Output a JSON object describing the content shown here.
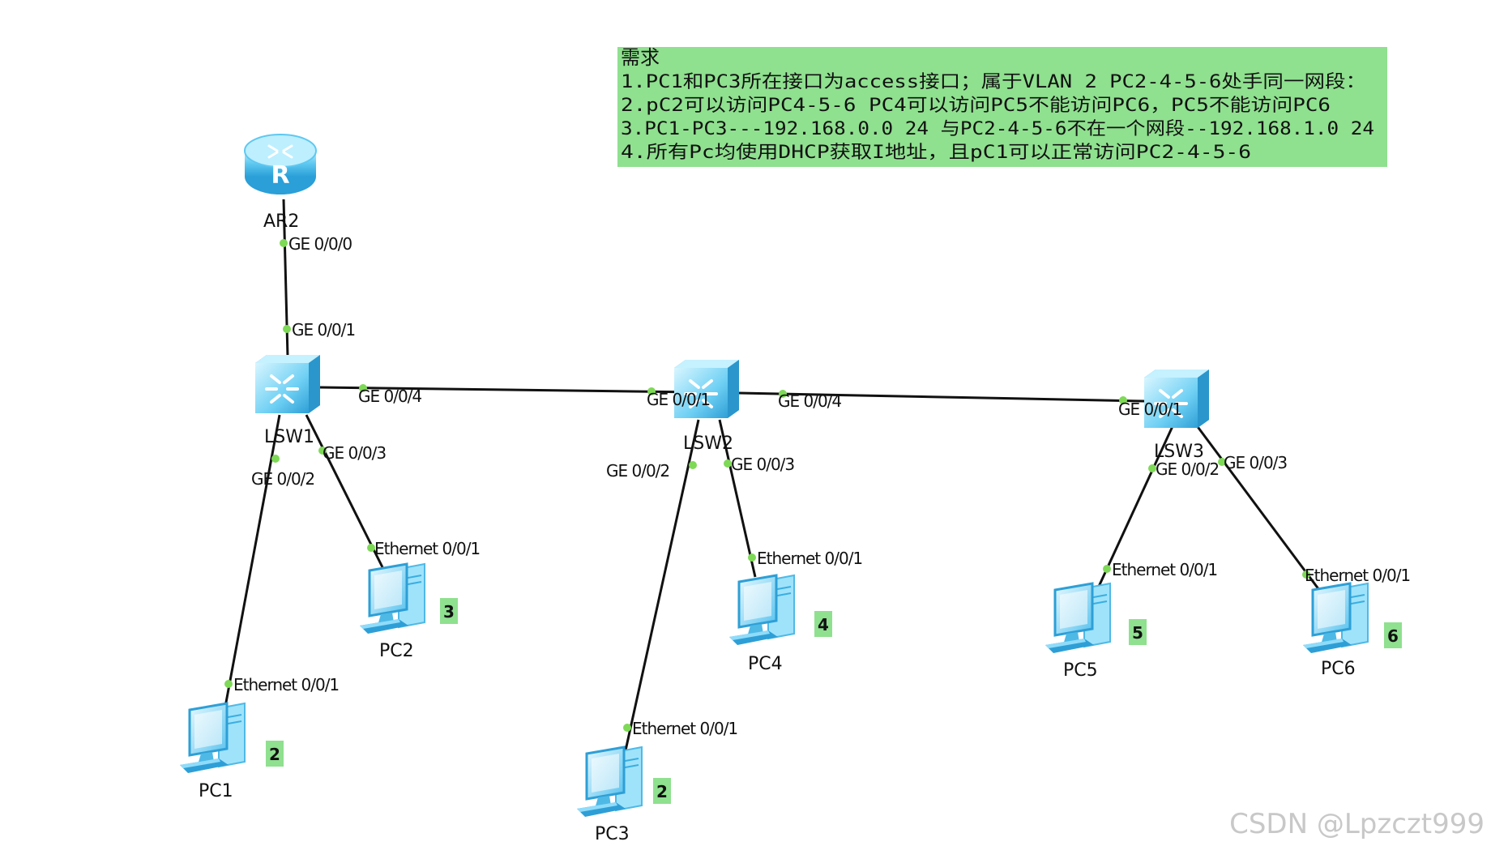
{
  "requirements": {
    "title": "需求",
    "lines": [
      "1.PC1和PC3所在接口为access接口；属于VLAN 2 PC2-4-5-6处手同一网段：",
      "2.pC2可以访问PC4-5-6 PC4可以访问PC5不能访问PC6，PC5不能访问PC6",
      "3.PC1-PC3---192.168.0.0 24 与PC2-4-5-6不在一个网段--192.168.1.0 24",
      "4.所有Pc均使用DHCP获取I地址，且pC1可以正常访问PC2-4-5-6"
    ],
    "background": "#8fe08f"
  },
  "devices": {
    "router": {
      "label": "AR2",
      "icon": "router-icon"
    },
    "switches": [
      {
        "label": "LSW1",
        "icon": "switch-icon"
      },
      {
        "label": "LSW2",
        "icon": "switch-icon"
      },
      {
        "label": "LSW3",
        "icon": "switch-icon"
      }
    ],
    "pcs": [
      {
        "label": "PC1",
        "badge": "2"
      },
      {
        "label": "PC2",
        "badge": "3"
      },
      {
        "label": "PC3",
        "badge": "2"
      },
      {
        "label": "PC4",
        "badge": "4"
      },
      {
        "label": "PC5",
        "badge": "5"
      },
      {
        "label": "PC6",
        "badge": "6"
      }
    ]
  },
  "ports": {
    "ar2_ge000": "GE 0/0/0",
    "lsw1_ge001": "GE 0/0/1",
    "lsw1_ge004": "GE 0/0/4",
    "lsw1_ge003": "GE 0/0/3",
    "lsw1_ge002": "GE 0/0/2",
    "lsw2_ge001": "GE 0/0/1",
    "lsw2_ge004": "GE 0/0/4",
    "lsw2_ge002": "GE 0/0/2",
    "lsw2_ge003": "GE 0/0/3",
    "lsw3_ge001": "GE 0/0/1",
    "lsw3_ge002": "GE 0/0/2",
    "lsw3_ge003": "GE 0/0/3",
    "pc1_eth": "Ethernet 0/0/1",
    "pc2_eth": "Ethernet 0/0/1",
    "pc3_eth": "Ethernet 0/0/1",
    "pc4_eth": "Ethernet 0/0/1",
    "pc5_eth": "Ethernet 0/0/1",
    "pc6_eth": "Ethernet 0/0/1"
  },
  "colors": {
    "link": "#111111",
    "port_dot": "#7ed957",
    "badge": "#8fe08f",
    "device_blue": "#5ec8f0"
  },
  "watermark": "CSDN @Lpzczt999"
}
